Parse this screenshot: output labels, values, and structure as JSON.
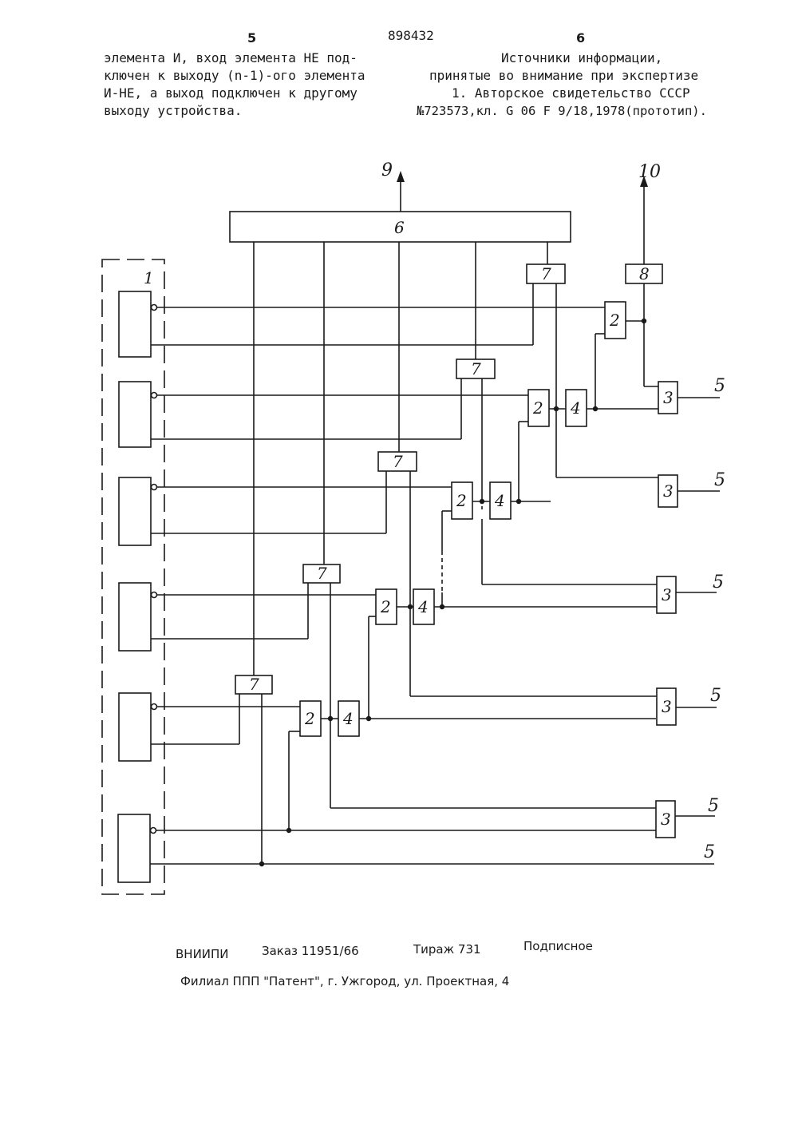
{
  "header": {
    "page_left": "5",
    "patent_number": "898432",
    "page_right": "6"
  },
  "left_column": {
    "lines": [
      "элемента И, вход элемента НЕ под-",
      "ключен к выходу (n-1)-ого элемента",
      "И-НЕ, а выход подключен к другому",
      "выходу устройства."
    ]
  },
  "right_column": {
    "lines": [
      "Источники информации,",
      "принятые во внимание при экспертизе",
      "1. Авторское свидетельство СССР",
      "№723573,кл. G 06 F 9/18,1978(прототип)."
    ]
  },
  "diagram": {
    "labels": {
      "block1": "1",
      "elem2": "2",
      "elem3": "3",
      "elem4": "4",
      "out5": "5",
      "block6": "6",
      "elem7": "7",
      "elem8": "8",
      "out9": "9",
      "out10": "10"
    }
  },
  "footer": {
    "org": "ВНИИПИ",
    "order": "Заказ 11951/66",
    "circulation": "Тираж 731",
    "subscription": "Подписное",
    "branch": "Филиал ППП \"Патент\", г. Ужгород, ул. Проектная, 4"
  }
}
